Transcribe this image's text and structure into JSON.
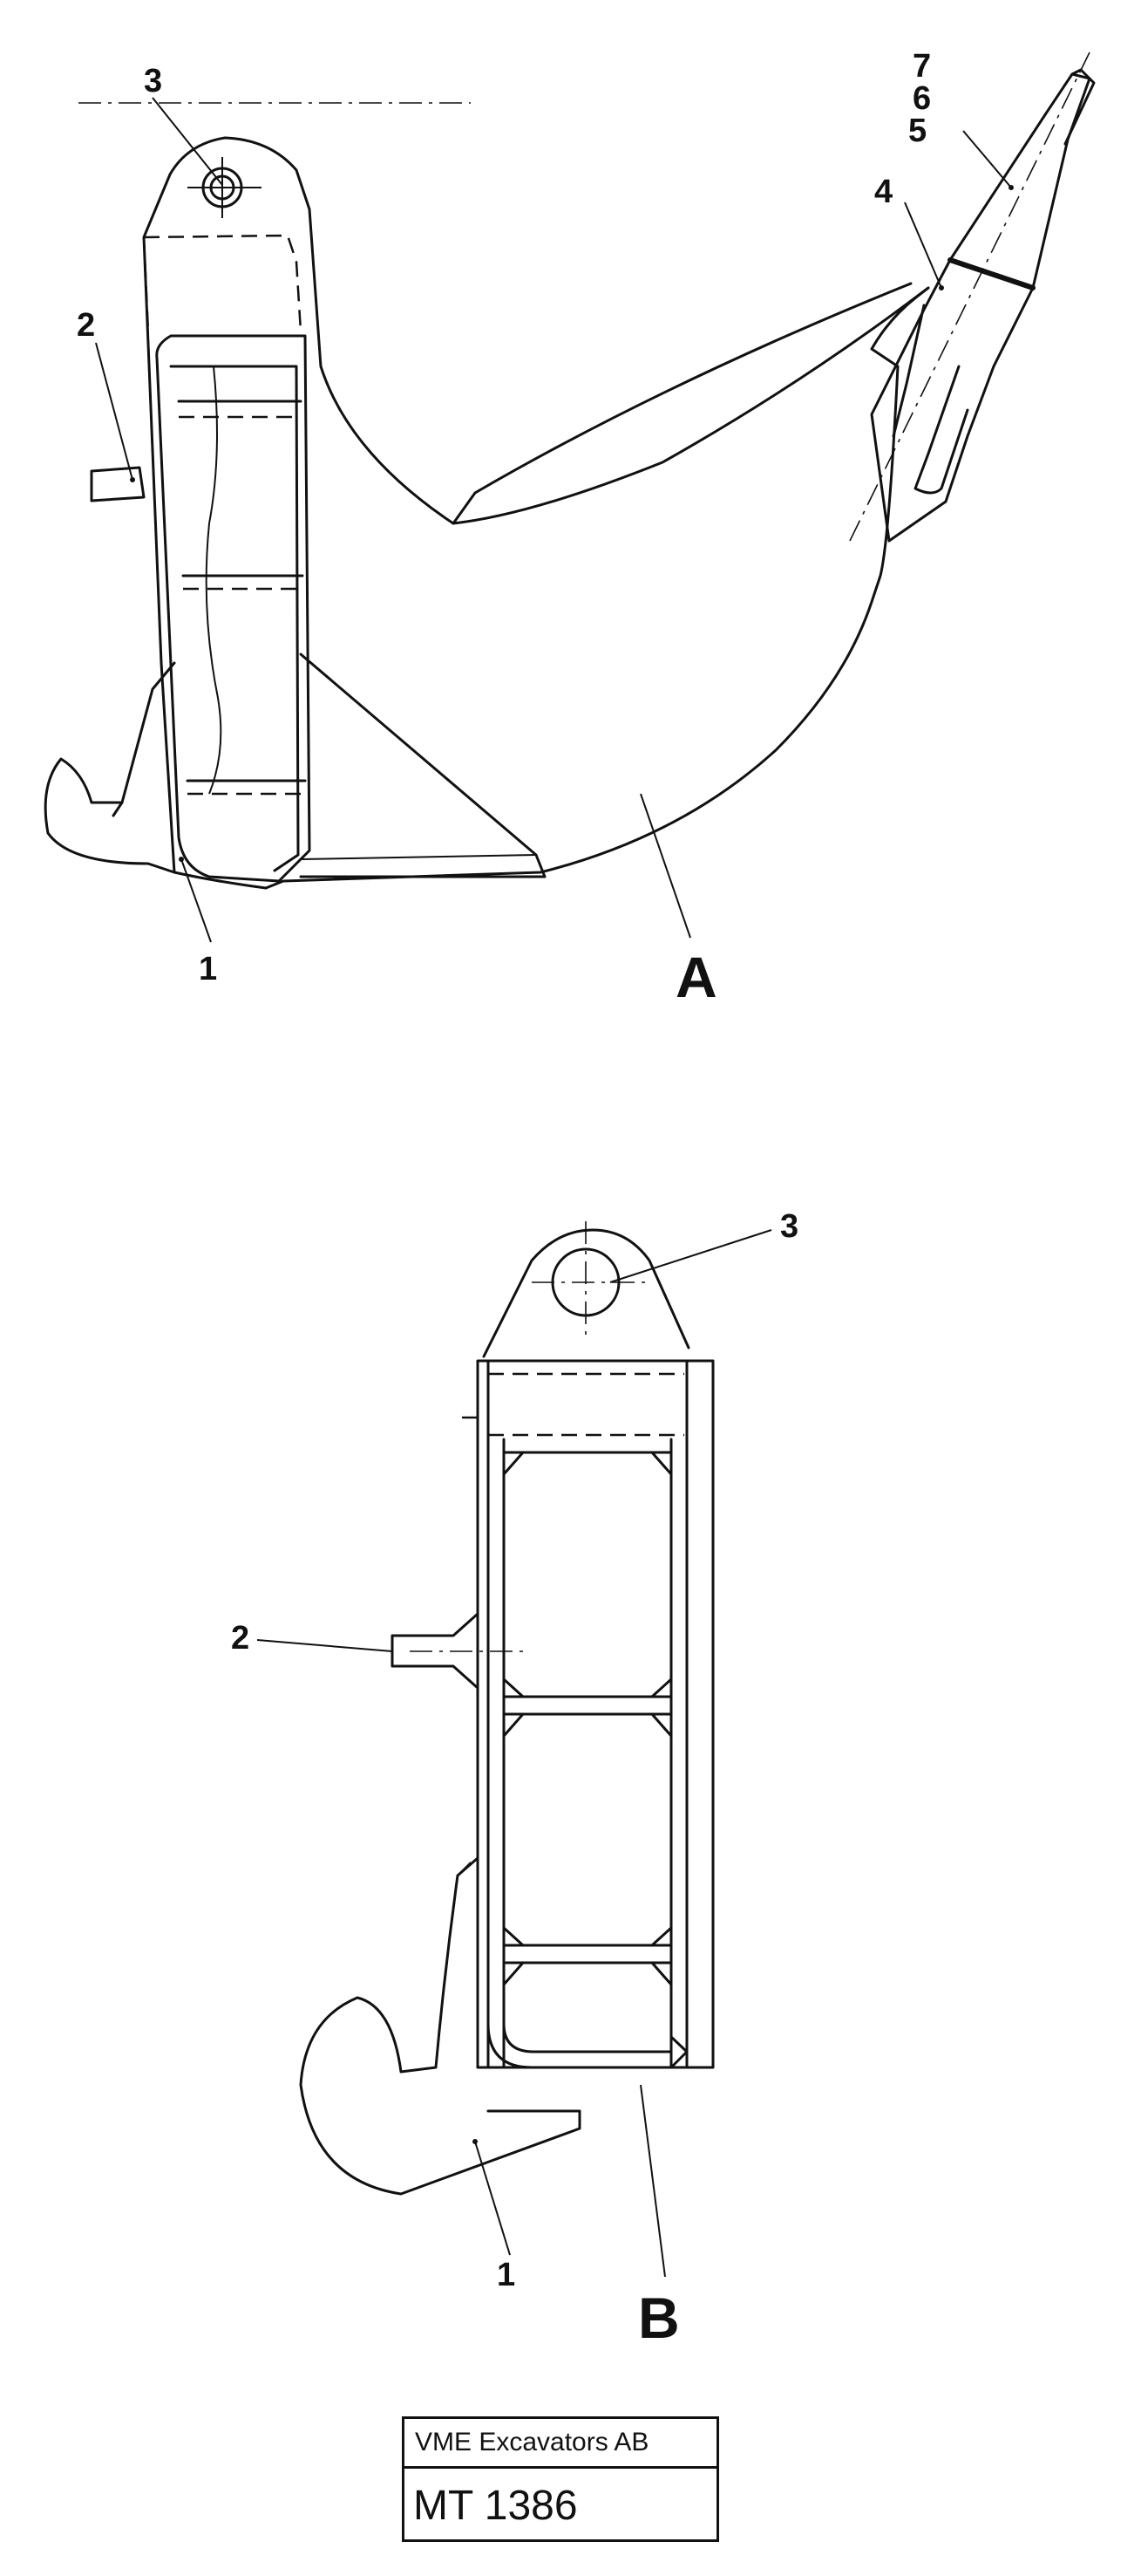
{
  "view_a": {
    "callouts": {
      "c1": "1",
      "c2": "2",
      "c3": "3",
      "c4": "4",
      "c5": "5",
      "c6": "6",
      "c7": "7"
    },
    "view_label": "A"
  },
  "view_b": {
    "callouts": {
      "c1": "1",
      "c2": "2",
      "c3": "3"
    },
    "view_label": "B"
  },
  "title_block": {
    "company": "VME Excavators AB",
    "drawing_number": "MT 1386"
  }
}
